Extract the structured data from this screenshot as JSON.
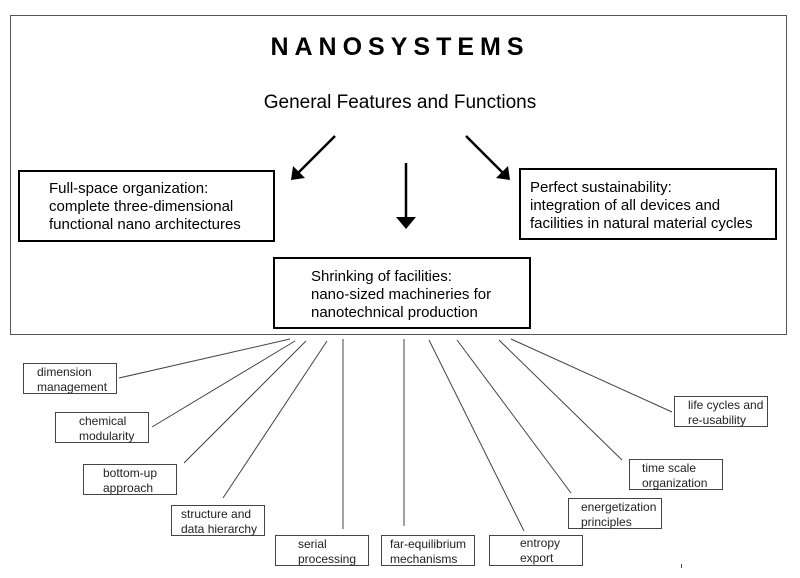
{
  "diagram": {
    "title": "NANOSYSTEMS",
    "subtitle": "General Features and Functions",
    "main_features": [
      {
        "id": "full-space",
        "lines": [
          "Full-space organization:",
          "complete three-dimensional",
          "functional nano architectures"
        ]
      },
      {
        "id": "sustainability",
        "lines": [
          "Perfect sustainability:",
          "integration of all devices and",
          "facilities in natural material cycles"
        ]
      },
      {
        "id": "shrinking",
        "lines": [
          "Shrinking of facilities:",
          "nano-sized machineries for",
          "nanotechnical production"
        ]
      }
    ],
    "aspects": [
      {
        "id": "dimension-management",
        "lines": [
          "dimension",
          "management"
        ]
      },
      {
        "id": "chemical-modularity",
        "lines": [
          "chemical",
          "modularity"
        ]
      },
      {
        "id": "bottom-up-approach",
        "lines": [
          "bottom-up",
          "approach"
        ]
      },
      {
        "id": "structure-data-hierarchy",
        "lines": [
          "structure and",
          "data hierarchy"
        ]
      },
      {
        "id": "serial-processing",
        "lines": [
          "serial",
          "processing"
        ]
      },
      {
        "id": "far-equilibrium-mechanisms",
        "lines": [
          "far-equilibrium",
          "mechanisms"
        ]
      },
      {
        "id": "entropy-export",
        "lines": [
          "entropy",
          "export"
        ]
      },
      {
        "id": "energetization-principles",
        "lines": [
          "energetization",
          "principles"
        ]
      },
      {
        "id": "time-scale-organization",
        "lines": [
          "time scale",
          "organization"
        ]
      },
      {
        "id": "life-cycles-reusability",
        "lines": [
          "life cycles and",
          "re-usability"
        ]
      }
    ]
  }
}
